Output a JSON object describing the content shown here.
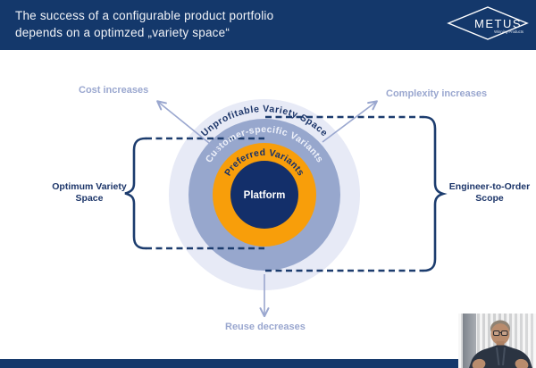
{
  "header": {
    "title_line1": "The success of a configurable product portfolio",
    "title_line2": "depends on a optimzed „variety space“",
    "logo_text": "METUS",
    "logo_tagline": "Winning Products"
  },
  "diagram": {
    "ring_labels": {
      "outer": "Unprofitable Variety Space",
      "middle": "Customer-specific Variants",
      "inner": "Preferred Variants",
      "core": "Platform"
    },
    "annotations": {
      "top_left": "Cost increases",
      "top_right": "Complexity increases",
      "left": "Optimum Variety Space",
      "right": "Engineer-to-Order Scope",
      "bottom": "Reuse decreases"
    },
    "colors": {
      "header_navy": "#14386b",
      "core_navy": "#132f6a",
      "orange": "#f89e0a",
      "ring_blue": "#97a7cd",
      "ring_light": "#e7eaf6",
      "periwinkle": "#9aa7cf",
      "dash_navy": "#1c3c6e"
    }
  }
}
